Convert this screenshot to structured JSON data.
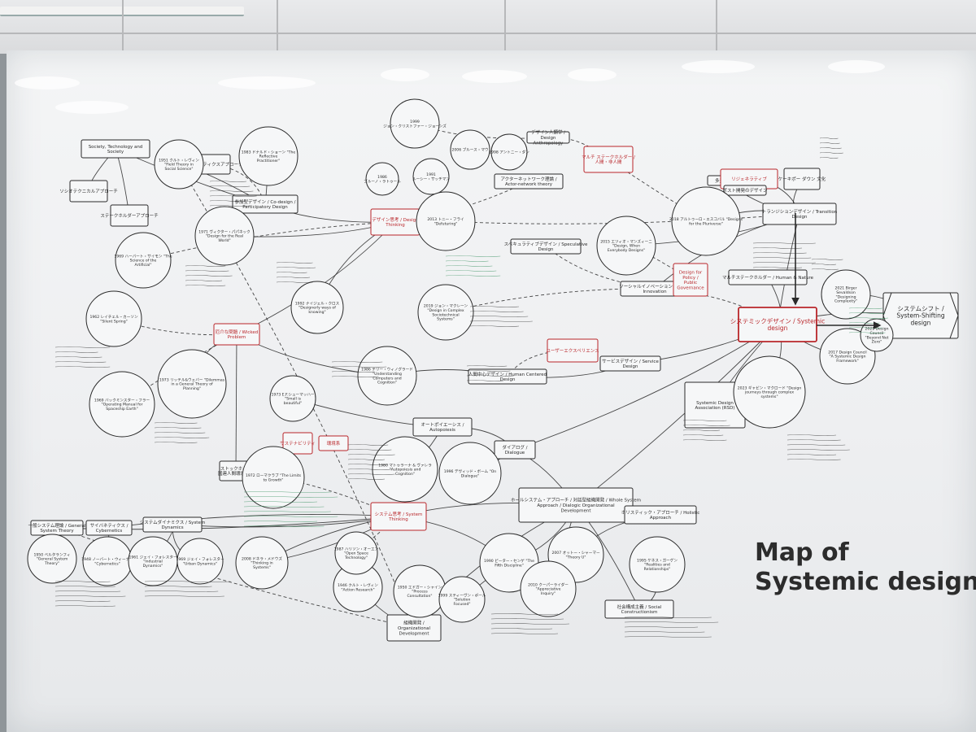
{
  "title": {
    "line1": "Map of",
    "line2": "Systemic design"
  },
  "colors": {
    "ink": "#2a2a2a",
    "red": "#b9262a",
    "green": "#2e8b57",
    "board": "#f1f2f3"
  },
  "boxes": [
    {
      "id": "soc",
      "label": "Society, Technology and Society"
    },
    {
      "id": "sociotech",
      "label": "ソシオテクニカルアプローチ"
    },
    {
      "id": "stakeholder",
      "label": "ステークホルダーアプローチ"
    },
    {
      "id": "cybernetic",
      "label": "サイバネティクスアプローチ"
    },
    {
      "id": "codesign",
      "label": "参加型デザイン / Co-design / Participatory Design"
    },
    {
      "id": "dt",
      "label": "デザイン思考 / Design Thinking"
    },
    {
      "id": "actor",
      "label": "アクターネットワーク理論 / Actor-network theory"
    },
    {
      "id": "designhumans",
      "label": "デザイン人類学 / Design Anthropology"
    },
    {
      "id": "multi",
      "label": "マルチ ステークホルダー / 人間・非人間"
    },
    {
      "id": "tazokan",
      "label": "多元主義"
    },
    {
      "id": "regen",
      "label": "リジェネラティブ"
    },
    {
      "id": "postdev",
      "label": "ポスト開発のデザイン"
    },
    {
      "id": "catastrophe",
      "label": "ケーキポー ダウン 文化"
    },
    {
      "id": "transition",
      "label": "トランジションデザイン / Transition Design"
    },
    {
      "id": "speculative",
      "label": "スペキュラティブデザイン / Speculative Design"
    },
    {
      "id": "socialinno",
      "label": "ソーシャルイノベーション / Social Innovation"
    },
    {
      "id": "policy",
      "label": "Design for Policy / Public Governance"
    },
    {
      "id": "multispecies",
      "label": "マルチステークホルダー / Human & Nature"
    },
    {
      "id": "wicked",
      "label": "厄介な問題 / Wicked Problem"
    },
    {
      "id": "hcd",
      "label": "人間中心デザイン / Human Centered Design"
    },
    {
      "id": "ux",
      "label": "ユーザーエクスペリエンス"
    },
    {
      "id": "service",
      "label": "サービスデザイン / Service Design"
    },
    {
      "id": "systemic",
      "label": "システミックデザイン / Systemic design"
    },
    {
      "id": "shift",
      "label": "システムシフト / System-Shifting design"
    },
    {
      "id": "autopoiesis",
      "label": "オートポイエーシス / Autopoiesis"
    },
    {
      "id": "dialogue",
      "label": "ダイアログ / Dialogue"
    },
    {
      "id": "sustain",
      "label": "サステナビリティ"
    },
    {
      "id": "kanryo",
      "label": "環境系"
    },
    {
      "id": "limits",
      "label": "ストックホルム 国連人間環境会議"
    },
    {
      "id": "wholesystem",
      "label": "ホールシステム・アプローチ / 対話型組織開発 / Whole System Approach / Dialogic Organizational Development"
    },
    {
      "id": "holistic",
      "label": "ホリスティック・アプローチ / Holistic Approach"
    },
    {
      "id": "st",
      "label": "システム思考 / System Thinking"
    },
    {
      "id": "gst",
      "label": "一般システム理論 / General System Theory"
    },
    {
      "id": "cyber",
      "label": "サイバネティクス / Cybernetics"
    },
    {
      "id": "sd",
      "label": "システムダイナミクス / System Dynamics"
    },
    {
      "id": "od",
      "label": "組織開発 / Organizational Development"
    },
    {
      "id": "sc",
      "label": "社会構成主義 / Social Constructionism"
    },
    {
      "id": "rsd",
      "label": "Systemic Design Association (RSD)"
    }
  ],
  "circles": [
    {
      "id": "c1",
      "label": "1951 クルト・レヴィン \"Field Theory in Social Science\""
    },
    {
      "id": "c2",
      "label": "1983 ドナルド・ショーン \"The Reflective Practitioner\""
    },
    {
      "id": "c3",
      "label": "1969 ハーバート・サイモン \"The Science of the Artificial\""
    },
    {
      "id": "c4",
      "label": "1971 ヴィクター・パパネック \"Design for the Real World\""
    },
    {
      "id": "c5",
      "label": "1986 ブルーノ・ラトゥール"
    },
    {
      "id": "c6",
      "label": "1991 ルーシー・サッチマン"
    },
    {
      "id": "c7",
      "label": "1999 ジョン・クリストファー・ジョーンズ"
    },
    {
      "id": "c8",
      "label": "2006 ブルース・マウ"
    },
    {
      "id": "c9",
      "label": "1998 アントニー・ダン"
    },
    {
      "id": "c10",
      "label": "2013 トニー・フライ \"Defuturing\""
    },
    {
      "id": "c11",
      "label": "2018 アルトゥーロ・エスコバル \"Designs for the Pluriverse\""
    },
    {
      "id": "c12",
      "label": "2015 エツィオ・マンズィーニ \"Design, When Everybody Designs\""
    },
    {
      "id": "c13",
      "label": "1962 レイチェル・カーソン \"Silent Spring\""
    },
    {
      "id": "c14",
      "label": "1973 リッテル&ウェバー \"Dilemmas in a General Theory of Planning\""
    },
    {
      "id": "c15",
      "label": "1969 バックミンスター・フラー \"Operating Manual for Spaceship Earth\""
    },
    {
      "id": "c16",
      "label": "1992 ナイジェル・クロス \"Designerly ways of knowing\""
    },
    {
      "id": "c17",
      "label": "2019 ジョン・マクレーン \"Design in Complex Sociotechnical Systems\""
    },
    {
      "id": "c18",
      "label": "1986 テリー・ウィノグラード \"Understanding Computers and Cognition\""
    },
    {
      "id": "c19",
      "label": "1973 E.F.シューマッハー \"Small is beautiful\""
    },
    {
      "id": "c20",
      "label": "1972 ローマクラブ \"The Limits to Growth\""
    },
    {
      "id": "c21",
      "label": "1980 マトゥラーナ & ヴァレラ \"Autopoiesis and Cognition\""
    },
    {
      "id": "c22",
      "label": "1996 デヴィッド・ボーム \"On Dialogue\""
    },
    {
      "id": "c23",
      "label": "1950 ベルタランフィ \"General System Theory\""
    },
    {
      "id": "c24",
      "label": "1948 ノーバート・ウィーナー \"Cybernetics\""
    },
    {
      "id": "c25",
      "label": "1961 ジェイ・フォレスター \"Industrial Dynamics\""
    },
    {
      "id": "c26",
      "label": "1969 ジェイ・フォレスター \"Urban Dynamics\""
    },
    {
      "id": "c27",
      "label": "2008 ドネラ・メドウズ \"Thinking in Systems\""
    },
    {
      "id": "c28",
      "label": "1990 ピーター・センゲ \"The Fifth Discipline\""
    },
    {
      "id": "c29",
      "label": "1946 クルト・レヴィン \"Action Research\""
    },
    {
      "id": "c30",
      "label": "1950 エドガー・シャイン \"Process Consultation\""
    },
    {
      "id": "c31",
      "label": "1987 ハリソン・オーエン \"Open Space Technology\""
    },
    {
      "id": "c32",
      "label": "1995 ケネス・ガーゲン \"Realities and Relationships\""
    },
    {
      "id": "c33",
      "label": "2007 オットー・シャーマー \"Theory U\""
    },
    {
      "id": "c34",
      "label": "2010 クーパーライダー \"Appreciative Inquiry\""
    },
    {
      "id": "c35",
      "label": "1999 スティーヴン・ポール \"Solution Focused\""
    },
    {
      "id": "c36",
      "label": "2021 Birger Sevaldson \"Designing Complexity\""
    },
    {
      "id": "c37",
      "label": "2017 Design Council \"A Systemic Design Framework\""
    },
    {
      "id": "c38",
      "label": "2021 Design Council \"Beyond Net Zero\""
    },
    {
      "id": "c39",
      "label": "2023 ギャビン・マクロード \"Design journeys through complex systems\""
    }
  ]
}
